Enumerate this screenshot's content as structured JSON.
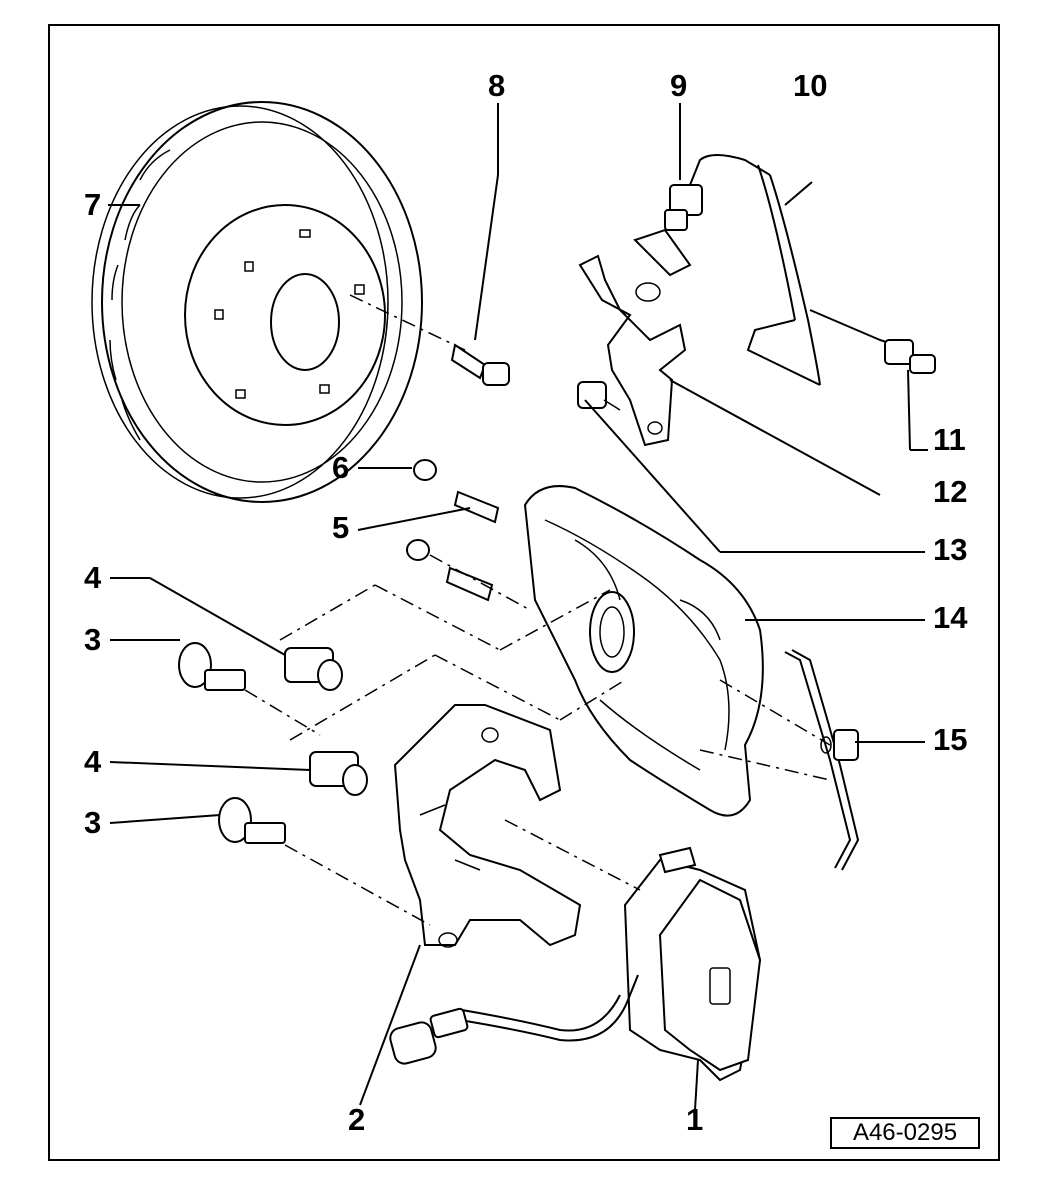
{
  "diagram": {
    "callouts": {
      "c1": "1",
      "c2": "2",
      "c3a": "3",
      "c3b": "3",
      "c4a": "4",
      "c4b": "4",
      "c5": "5",
      "c6": "6",
      "c7": "7",
      "c8": "8",
      "c9": "9",
      "c10": "10",
      "c11": "11",
      "c12": "12",
      "c13": "13",
      "c14": "14",
      "c15": "15"
    },
    "reference_code": "A46-0295"
  }
}
